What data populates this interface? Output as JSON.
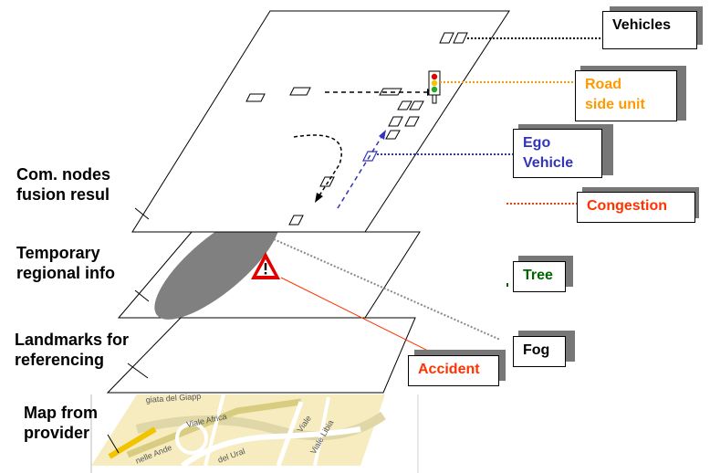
{
  "layers": {
    "com_nodes": "Com. nodes\nfusion resul",
    "temporary": "Temporary\nregional info",
    "landmarks": "Landmarks for\nreferencing",
    "map": "Map from\nprovider"
  },
  "legend": {
    "vehicles": "Vehicles",
    "road_side_unit": "Road\nside unit",
    "ego_vehicle": "Ego\nVehicle",
    "congestion": "Congestion",
    "tree": "Tree",
    "fog": "Fog",
    "accident": "Accident"
  },
  "map_streets": {
    "s1": "giata del Giapp",
    "s2": "Viale Africa",
    "s3": "Viale",
    "s4": "nelle Ande",
    "s5": "del Ural",
    "s6": "Viale Libia"
  },
  "colors": {
    "vehicles": "#000000",
    "road_side_unit": "#ff9900",
    "ego_vehicle": "#3333bb",
    "congestion": "#ff3300",
    "tree": "#006600",
    "fog": "#000000",
    "accident": "#ff3300",
    "fog_blob": "#808080",
    "map_bg": "#f6ecc0"
  }
}
